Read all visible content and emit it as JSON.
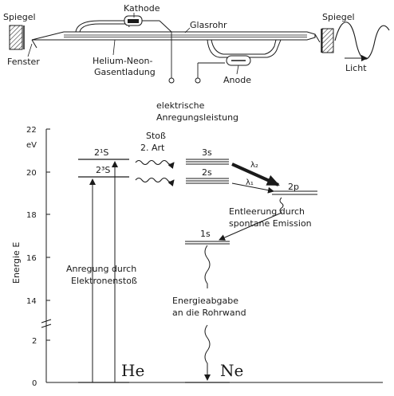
{
  "laser_diagram": {
    "mirror_left": "Spiegel",
    "mirror_right": "Spiegel",
    "cathode": "Kathode",
    "tube": "Glasrohr",
    "window": "Fenster",
    "discharge_line1": "Helium-Neon-",
    "discharge_line2": "Gasentladung",
    "anode": "Anode",
    "excitation_line1": "elektrische",
    "excitation_line2": "Anregungsleistung",
    "light": "Licht"
  },
  "energy_diagram": {
    "y_axis_label": "Energie E",
    "unit": "eV",
    "ticks": [
      "22",
      "20",
      "18",
      "16",
      "14",
      "2",
      "0"
    ],
    "he_levels": {
      "upper": "2¹S",
      "lower": "2³S"
    },
    "collision_line1": "Stoß",
    "collision_line2": "2. Art",
    "ne_levels": {
      "s3": "3s",
      "s2": "2s",
      "p2": "2p",
      "s1": "1s"
    },
    "lambda1": "λ₁",
    "lambda2": "λ₂",
    "emptying_line1": "Entleerung durch",
    "emptying_line2": "spontane Emission",
    "excitation_line1": "Anregung durch",
    "excitation_line2": "Elektronenstoß",
    "wall_line1": "Energieabgabe",
    "wall_line2": "an die Rohrwand",
    "he_label": "He",
    "ne_label": "Ne"
  }
}
